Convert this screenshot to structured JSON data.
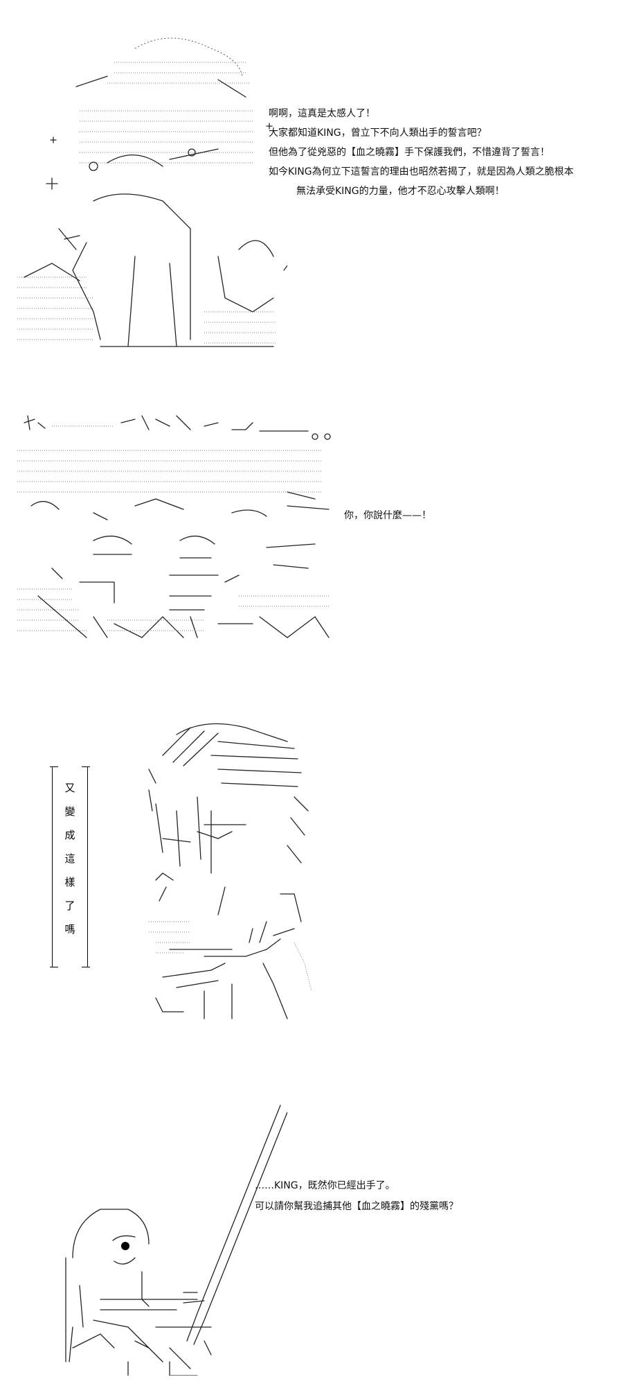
{
  "panels": [
    {
      "id": "panel-1",
      "dialog": [
        "啊啊，這真是太感人了！",
        "大家都知道KING，曾立下不向人類出手的誓言吧？",
        "但他為了從兇惡的【血之曉霧】手下保護我們，不惜違背了誓言！",
        "如今KING為何立下這誓言的理由也昭然若揭了，就是因為人類之脆根本",
        "無法承受KING的力量，他才不忍心攻擊人類啊！"
      ]
    },
    {
      "id": "panel-2",
      "dialog": [
        "你，你說什麼——！"
      ]
    },
    {
      "id": "panel-3",
      "caption": [
        "又",
        "變",
        "成",
        "這",
        "樣",
        "了",
        "嗎"
      ]
    },
    {
      "id": "panel-4",
      "dialog": [
        "……KING，既然你已經出手了。",
        "可以請你幫我追捕其他【血之曉霧】的殘黨嗎？"
      ]
    }
  ]
}
